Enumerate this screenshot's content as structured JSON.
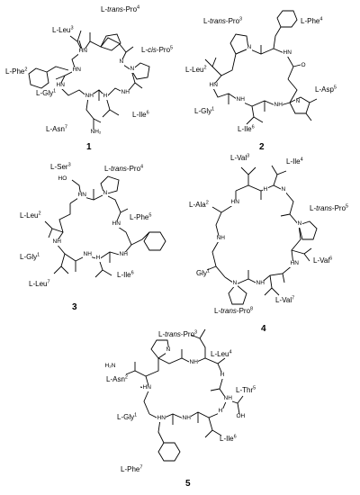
{
  "compounds": [
    {
      "number": "1",
      "residues": [
        {
          "id": "leu3",
          "prefix": "L-",
          "italic": "",
          "name": "Leu",
          "sup": "3"
        },
        {
          "id": "pro4",
          "prefix": "L-",
          "italic": "trans",
          "name": "-Pro",
          "sup": "4"
        },
        {
          "id": "pro5",
          "prefix": "L-",
          "italic": "cis",
          "name": "-Pro",
          "sup": "5"
        },
        {
          "id": "phe2",
          "prefix": "L-",
          "italic": "",
          "name": "Phe",
          "sup": "2"
        },
        {
          "id": "gly1",
          "prefix": "L-",
          "italic": "",
          "name": "Gly",
          "sup": "1"
        },
        {
          "id": "ile6",
          "prefix": "L-",
          "italic": "",
          "name": "Ile",
          "sup": "6"
        },
        {
          "id": "asn7",
          "prefix": "L-",
          "italic": "",
          "name": "Asn",
          "sup": "7"
        }
      ],
      "extra_text": {
        "nh2": "NH₂"
      }
    },
    {
      "number": "2",
      "residues": [
        {
          "id": "pro3",
          "prefix": "L-",
          "italic": "trans",
          "name": "-Pro",
          "sup": "3"
        },
        {
          "id": "phe4",
          "prefix": "L-",
          "italic": "",
          "name": "Phe",
          "sup": "4"
        },
        {
          "id": "leu2",
          "prefix": "L-",
          "italic": "",
          "name": "Leu",
          "sup": "2"
        },
        {
          "id": "asp5",
          "prefix": "L-",
          "italic": "",
          "name": "Asp",
          "sup": "5"
        },
        {
          "id": "gly1",
          "prefix": "L-",
          "italic": "",
          "name": "Gly",
          "sup": "1"
        },
        {
          "id": "ile6",
          "prefix": "L-",
          "italic": "",
          "name": "Ile",
          "sup": "6"
        }
      ]
    },
    {
      "number": "3",
      "residues": [
        {
          "id": "ser3",
          "prefix": "L-",
          "italic": "",
          "name": "Ser",
          "sup": "3"
        },
        {
          "id": "pro4",
          "prefix": "L-",
          "italic": "trans",
          "name": "-Pro",
          "sup": "4"
        },
        {
          "id": "leu2",
          "prefix": "L-",
          "italic": "",
          "name": "Leu",
          "sup": "2"
        },
        {
          "id": "phe5",
          "prefix": "L-",
          "italic": "",
          "name": "Phe",
          "sup": "5"
        },
        {
          "id": "gly1",
          "prefix": "L-",
          "italic": "",
          "name": "Gly",
          "sup": "1"
        },
        {
          "id": "ile6",
          "prefix": "L-",
          "italic": "",
          "name": "Ile",
          "sup": "6"
        },
        {
          "id": "leu7",
          "prefix": "L-",
          "italic": "",
          "name": "Leu",
          "sup": "7"
        }
      ],
      "extra_text": {
        "ho": "HO"
      }
    },
    {
      "number": "4",
      "residues": [
        {
          "id": "val3",
          "prefix": "L-",
          "italic": "",
          "name": "Val",
          "sup": "3"
        },
        {
          "id": "ile4",
          "prefix": "L-",
          "italic": "",
          "name": "Ile",
          "sup": "4"
        },
        {
          "id": "ala2",
          "prefix": "L-",
          "italic": "",
          "name": "Ala",
          "sup": "2"
        },
        {
          "id": "pro5",
          "prefix": "L-",
          "italic": "trans",
          "name": "-Pro",
          "sup": "5"
        },
        {
          "id": "gly1",
          "prefix": "",
          "italic": "",
          "name": "Gly",
          "sup": "1"
        },
        {
          "id": "val6",
          "prefix": "L-",
          "italic": "",
          "name": "Val",
          "sup": "6"
        },
        {
          "id": "val7",
          "prefix": "L-",
          "italic": "",
          "name": "Val",
          "sup": "7"
        },
        {
          "id": "pro8",
          "prefix": "L-",
          "italic": "trans",
          "name": "-Pro",
          "sup": "8"
        }
      ]
    },
    {
      "number": "5",
      "residues": [
        {
          "id": "pro3",
          "prefix": "L-",
          "italic": "trans",
          "name": "-Pro",
          "sup": "3"
        },
        {
          "id": "leu4",
          "prefix": "L-",
          "italic": "",
          "name": "Leu",
          "sup": "4"
        },
        {
          "id": "asn2",
          "prefix": "L-",
          "italic": "",
          "name": "Asn",
          "sup": "2"
        },
        {
          "id": "thr5",
          "prefix": "L-",
          "italic": "",
          "name": "Thr",
          "sup": "5"
        },
        {
          "id": "gly1",
          "prefix": "L-",
          "italic": "",
          "name": "Gly",
          "sup": "1"
        },
        {
          "id": "ile6",
          "prefix": "L-",
          "italic": "",
          "name": "Ile",
          "sup": "6"
        },
        {
          "id": "phe7",
          "prefix": "L-",
          "italic": "",
          "name": "Phe",
          "sup": "7"
        }
      ],
      "extra_text": {
        "h2n": "H₂N",
        "oh": "OH"
      }
    }
  ],
  "atom_labels": {
    "nh": "NH",
    "hn": "HN",
    "n": "N",
    "h": "H",
    "o": "O"
  }
}
